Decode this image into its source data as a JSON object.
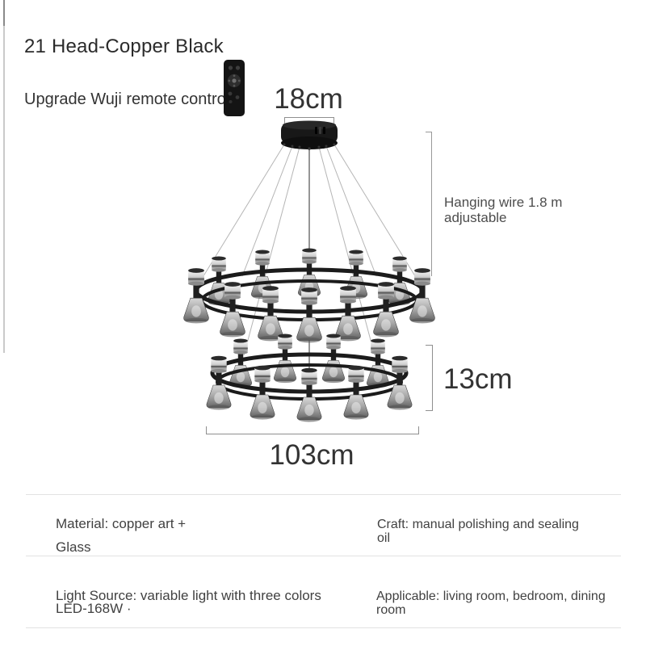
{
  "header": {
    "title": "21 Head-Copper Black",
    "subtitle": "Upgrade Wuji remote control"
  },
  "annotations": {
    "canopy_width": "18cm",
    "hanging_wire_line1": "Hanging wire 1.8 m",
    "hanging_wire_line2": "adjustable",
    "ring_height": "13cm",
    "total_width": "103cm"
  },
  "specs": {
    "material_line1": "Material: copper art +",
    "material_line2": "Glass",
    "craft_line1": "Craft: manual polishing and sealing",
    "craft_line2": "oil",
    "light_source_line1": "Light Source: variable light with three colors",
    "light_source_line2": "LED-168W ·",
    "applicable_line1": "Applicable: living room, bedroom, dining",
    "applicable_line2": "room"
  },
  "colors": {
    "text_primary": "#2b2b2b",
    "text_secondary": "#414141",
    "measure_line": "#8f8f8f",
    "divider": "#e2e2e2",
    "chandelier_black": "#1b1b1b"
  }
}
